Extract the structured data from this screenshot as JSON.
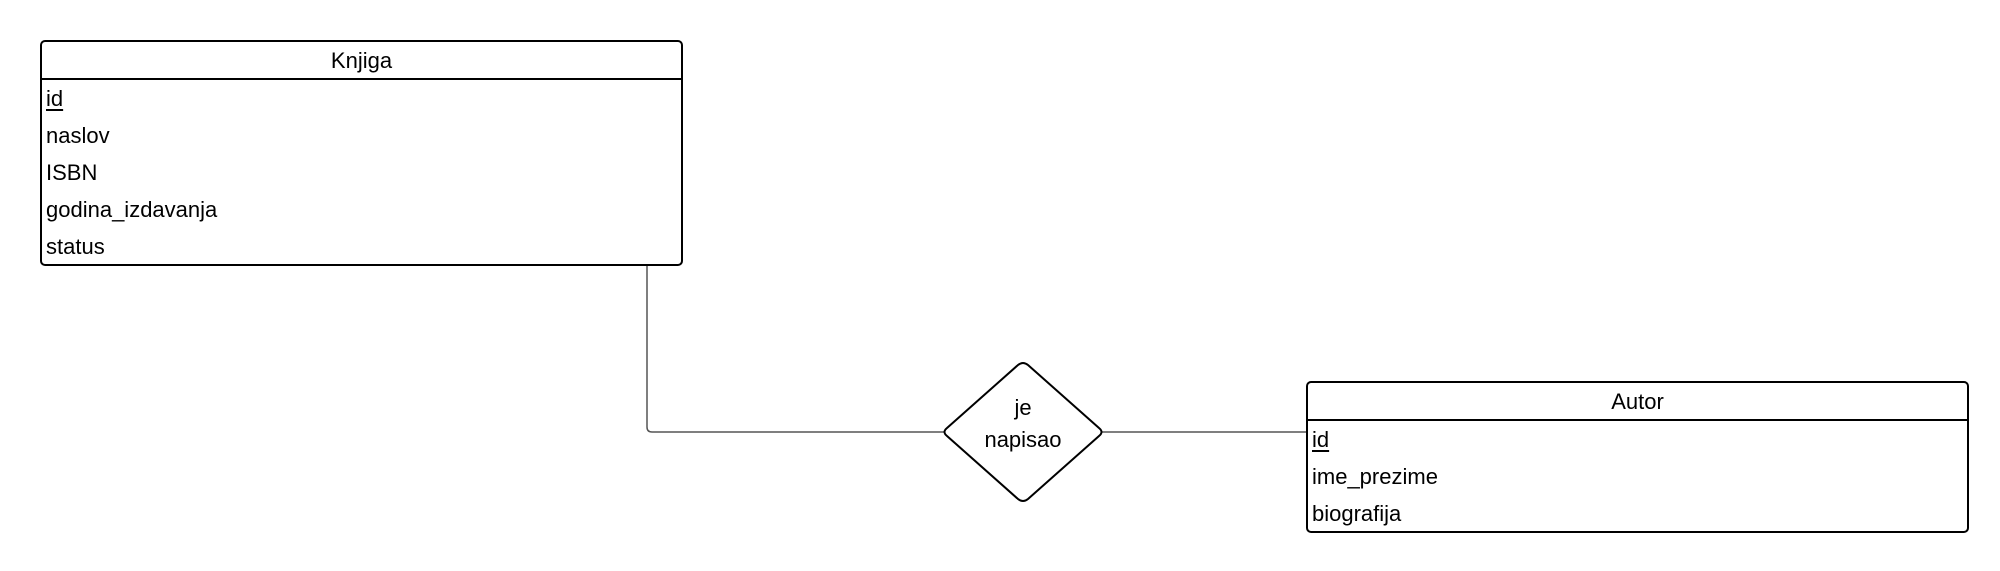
{
  "entities": {
    "knjiga": {
      "name": "Knjiga",
      "attributes": [
        {
          "name": "id",
          "primary_key": true
        },
        {
          "name": "naslov",
          "primary_key": false
        },
        {
          "name": "ISBN",
          "primary_key": false
        },
        {
          "name": "godina_izdavanja",
          "primary_key": false
        },
        {
          "name": "status",
          "primary_key": false
        }
      ]
    },
    "autor": {
      "name": "Autor",
      "attributes": [
        {
          "name": "id",
          "primary_key": true
        },
        {
          "name": "ime_prezime",
          "primary_key": false
        },
        {
          "name": "biografija",
          "primary_key": false
        }
      ]
    }
  },
  "relationship": {
    "label_line1": "je",
    "label_line2": "napisao"
  },
  "colors": {
    "stroke": "#000000",
    "connector": "#555555",
    "background": "#ffffff"
  }
}
